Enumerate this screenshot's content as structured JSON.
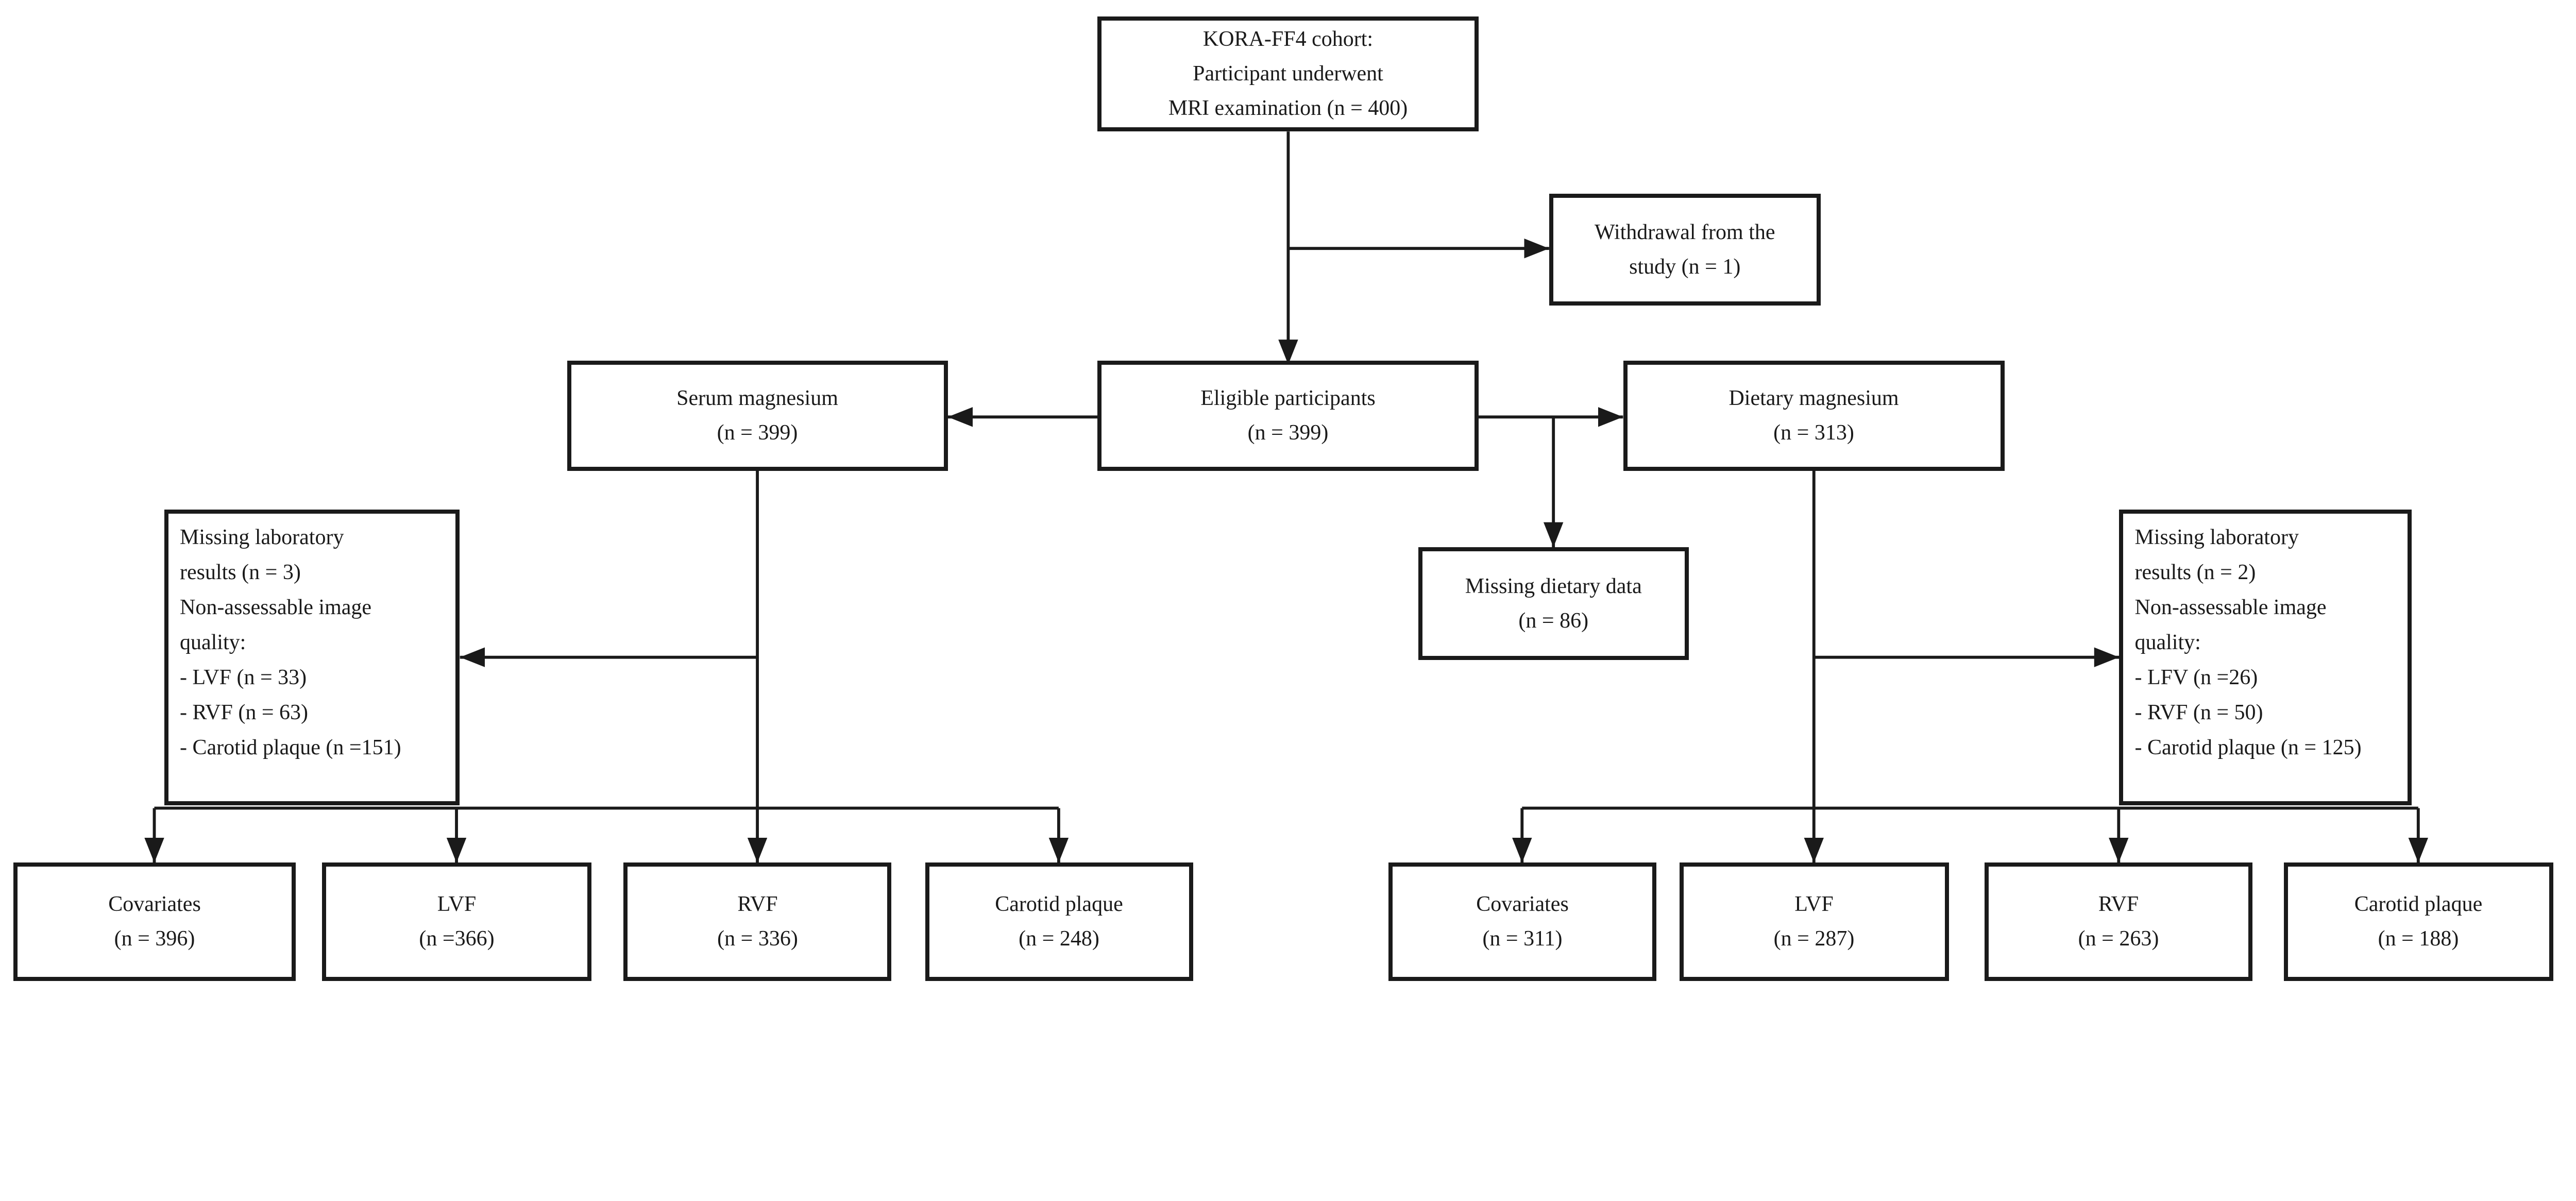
{
  "colors": {
    "line": "#1a1a1a",
    "box_border": "#1a1a1a",
    "box_background": "#ffffff",
    "page_background": "#ffffff",
    "text": "#1a1a1a"
  },
  "nodes": {
    "kora": "KORA-FF4 cohort:\nParticipant underwent\nMRI examination (n = 400)",
    "withdrawal": "Withdrawal from the\nstudy (n = 1)",
    "serum": "Serum magnesium\n(n = 399)",
    "eligible": "Eligible participants\n(n = 399)",
    "dietary": "Dietary magnesium\n(n = 313)",
    "missing_dietary": "Missing dietary data\n(n = 86)",
    "missing_lab_serum": "Missing laboratory\nresults (n = 3)\nNon-assessable image\nquality:\n- LVF (n = 33)\n- RVF (n = 63)\n- Carotid plaque (n =151)",
    "missing_lab_dietary": "Missing laboratory\nresults (n = 2)\nNon-assessable image\nquality:\n- LFV (n =26)\n- RVF (n = 50)\n- Carotid plaque (n = 125)",
    "serum_covariates": "Covariates\n(n = 396)",
    "serum_lvf": "LVF\n(n =366)",
    "serum_rvf": "RVF\n(n = 336)",
    "serum_carotid": "Carotid plaque\n(n = 248)",
    "dietary_covariates": "Covariates\n(n = 311)",
    "dietary_lvf": "LVF\n(n = 287)",
    "dietary_rvf": "RVF\n(n = 263)",
    "dietary_carotid": "Carotid plaque\n(n = 188)"
  }
}
